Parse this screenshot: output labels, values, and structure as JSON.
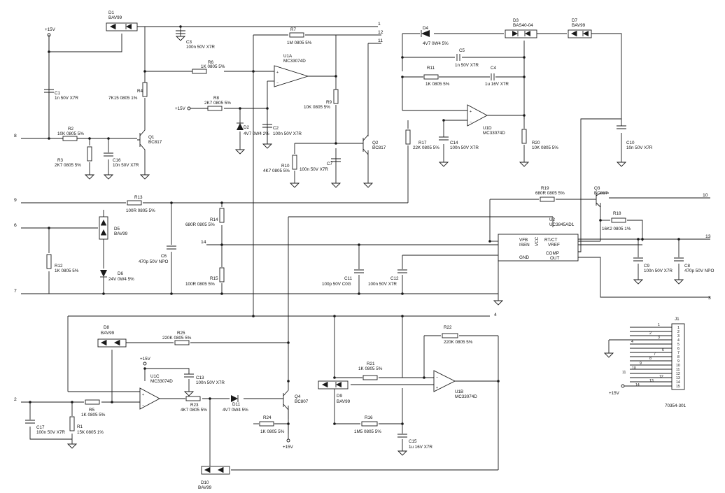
{
  "components": {
    "D1": {
      "ref": "D1",
      "val": "BAV99"
    },
    "D3": {
      "ref": "D3",
      "val": "BAS40-04"
    },
    "D4": {
      "ref": "D4",
      "val": "4V7 0W4 5%"
    },
    "D7": {
      "ref": "D7",
      "val": "BAV99"
    },
    "D2": {
      "ref": "D2",
      "val": "4V7 0W4 2%"
    },
    "D5": {
      "ref": "D5",
      "val": "BAV99"
    },
    "D6": {
      "ref": "D6",
      "val": "24V 0W4 5%"
    },
    "D8": {
      "ref": "D8",
      "val": "BAV99"
    },
    "D9": {
      "ref": "D9",
      "val": "BAV99"
    },
    "D10": {
      "ref": "D10",
      "val": "BAV99"
    },
    "D11": {
      "ref": "D11",
      "val": "4V7 0W4 5%"
    },
    "R1": {
      "ref": "R1",
      "val": "15K 0805 1%"
    },
    "R2": {
      "ref": "R2",
      "val": "10K 0805 5%"
    },
    "R3": {
      "ref": "R3",
      "val": "2K7 0805 5%"
    },
    "R4": {
      "ref": "R4",
      "val": "7K15 0805 1%"
    },
    "R5": {
      "ref": "R5",
      "val": "1K 0805 5%"
    },
    "R6": {
      "ref": "R6",
      "val": "1K 0805 5%"
    },
    "R7": {
      "ref": "R7",
      "val": "1M 0805 5%"
    },
    "R8": {
      "ref": "R8",
      "val": "2K7 0805 5%"
    },
    "R9": {
      "ref": "R9",
      "val": "10K 0805 5%"
    },
    "R10": {
      "ref": "R10",
      "val": "4K7 0805 5%"
    },
    "R11": {
      "ref": "R11",
      "val": "1K 0805 5%"
    },
    "R12": {
      "ref": "R12",
      "val": "1K 0805 5%"
    },
    "R13": {
      "ref": "R13",
      "val": "100R 0805 5%"
    },
    "R14": {
      "ref": "R14",
      "val": "680R 0805 5%"
    },
    "R15": {
      "ref": "R15",
      "val": "100R 0805 5%"
    },
    "R16": {
      "ref": "R16",
      "val": "1M5 0805 5%"
    },
    "R17": {
      "ref": "R17",
      "val": "22K 0805 5%"
    },
    "R18": {
      "ref": "R18",
      "val": "16K2 0805 1%"
    },
    "R19": {
      "ref": "R19",
      "val": "680R 0805 5%"
    },
    "R20": {
      "ref": "R20",
      "val": "10K 0805 5%"
    },
    "R21": {
      "ref": "R21",
      "val": "1K 0805 5%"
    },
    "R22": {
      "ref": "R22",
      "val": "220K 0805 5%"
    },
    "R23": {
      "ref": "R23",
      "val": "4K7 0805 5%"
    },
    "R24": {
      "ref": "R24",
      "val": "1K 0805 5%"
    },
    "R25": {
      "ref": "R25",
      "val": "220K 0805 5%"
    },
    "C1": {
      "ref": "C1",
      "val": "1n 50V X7R"
    },
    "C2": {
      "ref": "C2",
      "val": "100n 50V X7R"
    },
    "C3": {
      "ref": "C3",
      "val": "100n 50V X7R"
    },
    "C4": {
      "ref": "C4",
      "val": "1u 16V X7R"
    },
    "C5": {
      "ref": "C5",
      "val": "1n 50V X7R"
    },
    "C6": {
      "ref": "C6",
      "val": "470p 50V NPO"
    },
    "C7": {
      "ref": "C7",
      "val": "100n 50V X7R"
    },
    "C8": {
      "ref": "C8",
      "val": "470p 50V NPO"
    },
    "C9": {
      "ref": "C9",
      "val": "100n 50V X7R"
    },
    "C10": {
      "ref": "C10",
      "val": "10n 50V X7R"
    },
    "C11": {
      "ref": "C11",
      "val": "100p 50V C0G"
    },
    "C12": {
      "ref": "C12",
      "val": "100n 50V X7R"
    },
    "C13": {
      "ref": "C13",
      "val": "100n 50V X7R"
    },
    "C14": {
      "ref": "C14",
      "val": "100n 50V X7R"
    },
    "C15": {
      "ref": "C15",
      "val": "1u 16V X7R"
    },
    "C16": {
      "ref": "C16",
      "val": "10n 50V X7R"
    },
    "C17": {
      "ref": "C17",
      "val": "100n 50V X7R"
    },
    "Q1": {
      "ref": "Q1",
      "val": "BC817"
    },
    "Q2": {
      "ref": "Q2",
      "val": "BC817"
    },
    "Q3": {
      "ref": "Q3",
      "val": "BC817"
    },
    "Q4": {
      "ref": "Q4",
      "val": "BC807"
    },
    "U1A": {
      "ref": "U1A",
      "val": "MC33074D"
    },
    "U1B": {
      "ref": "U1B",
      "val": "MC33074D"
    },
    "U1C": {
      "ref": "U1C",
      "val": "MC33074D"
    },
    "U1D": {
      "ref": "U1D",
      "val": "MC33074D"
    },
    "U2": {
      "ref": "U2",
      "val": "UC3845AD1"
    },
    "J1": {
      "ref": "J1",
      "val": "70354-301"
    }
  },
  "u2_pins": {
    "vfb": "VFB",
    "isen": "ISEN",
    "gnd": "GND",
    "rtct": "RT/CT",
    "vref": "VREF",
    "comp": "COMP",
    "out": "OUT",
    "vcc": "VCC"
  },
  "supply": {
    "p15v": "+15V"
  },
  "nets": [
    "1",
    "2",
    "3",
    "4",
    "5",
    "6",
    "7",
    "8",
    "9",
    "10",
    "11",
    "12",
    "13",
    "14",
    "15"
  ]
}
